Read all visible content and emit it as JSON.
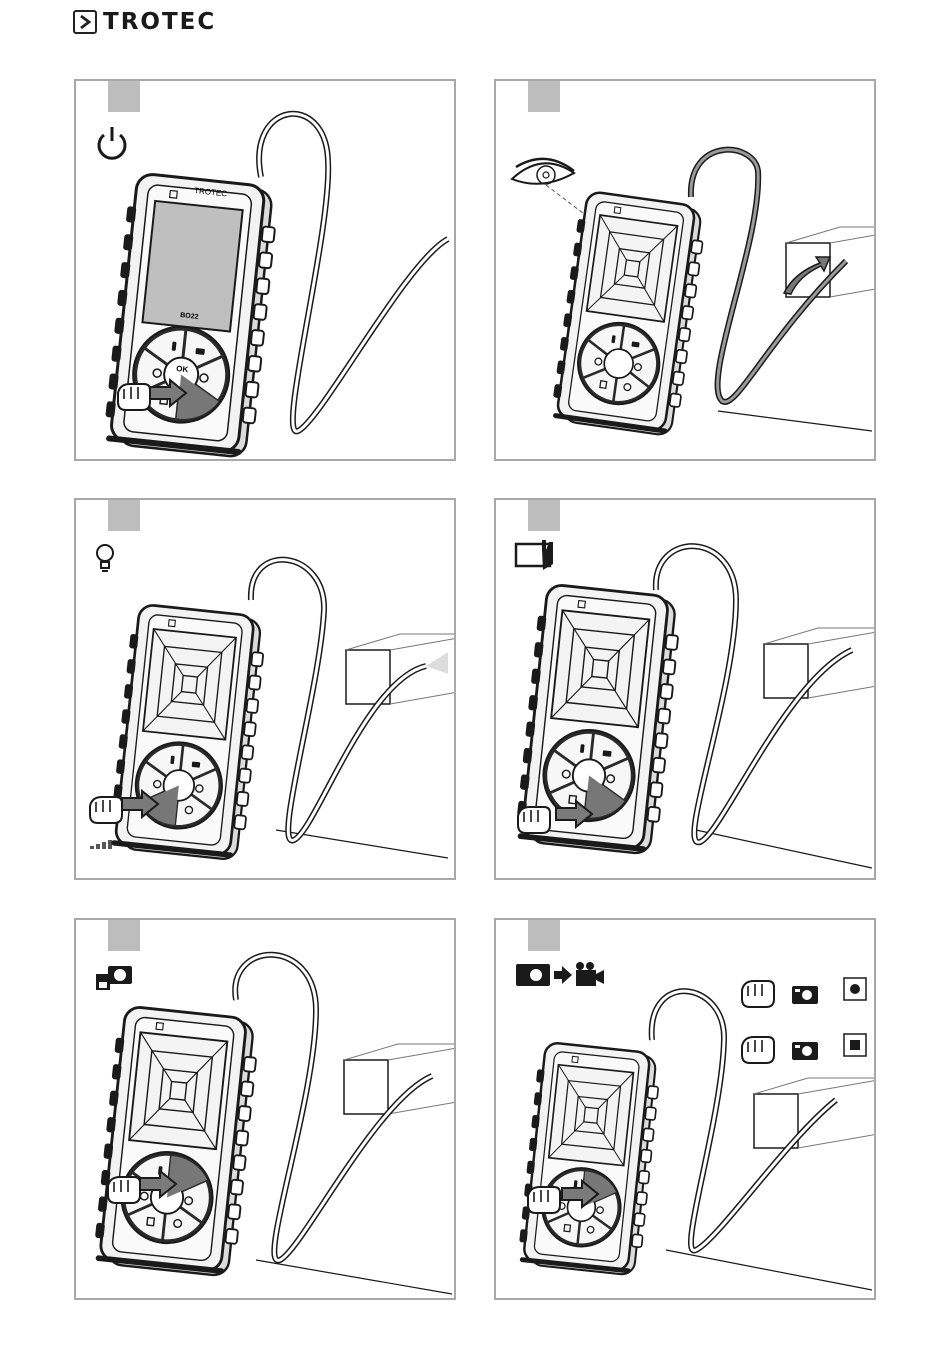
{
  "brand": {
    "name": "TROTEC",
    "logo_icon": "chevron-right-icon"
  },
  "device": {
    "brand_label": "TROTEC",
    "model": "BO22",
    "ok_label": "OK"
  },
  "panels": [
    {
      "id": 1,
      "mode_icon": "power-icon",
      "highlighted_button": "power-light"
    },
    {
      "id": 2,
      "mode_icon": "eye-icon",
      "highlighted_button": "none"
    },
    {
      "id": 3,
      "mode_icon": "lightbulb-icon",
      "highlighted_button": "storage"
    },
    {
      "id": 4,
      "mode_icon": "screen-touch-icon",
      "highlighted_button": "power-light"
    },
    {
      "id": 5,
      "mode_icon": "save-photo-icon",
      "highlighted_button": "camera"
    },
    {
      "id": 6,
      "mode_icon": "photo-to-video-icon",
      "highlighted_button": "camera",
      "commands": [
        {
          "press": "hand-press-icon",
          "button": "camera-icon",
          "result": "record-start-icon"
        },
        {
          "press": "hand-press-icon",
          "button": "camera-icon",
          "result": "record-stop-icon"
        }
      ]
    }
  ]
}
